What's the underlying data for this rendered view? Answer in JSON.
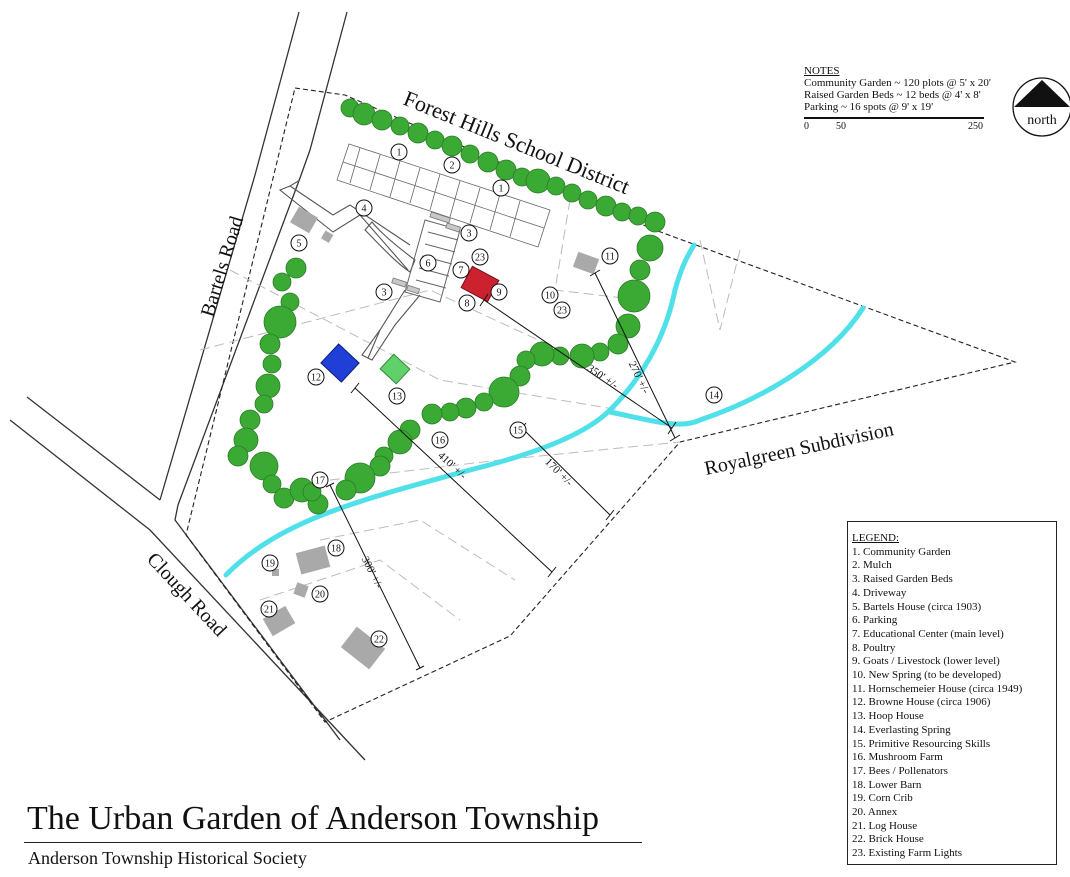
{
  "title": "The Urban Garden of Anderson Township",
  "subtitle": "Anderson Township Historical Society",
  "labels": {
    "forest_hills": "Forest Hills School District",
    "royalgreen": "Royalgreen Subdivision",
    "bartels_road": "Bartels Road",
    "clough_road": "Clough Road"
  },
  "compass": {
    "label": "north"
  },
  "notes": {
    "heading": "NOTES",
    "lines": [
      "Community Garden ~ 120 plots @ 5' x 20'",
      "Raised Garden Beds ~ 12 beds @ 4' x 8'",
      "Parking ~ 16 spots @ 9' x 19'"
    ]
  },
  "scale": {
    "ticks": [
      "0",
      "50",
      "250"
    ]
  },
  "dimensions": [
    "350' +/-",
    "270' +/-",
    "410' +/-",
    "170' +/-",
    "300' +/-"
  ],
  "markers": [
    "1",
    "2",
    "1",
    "4",
    "3",
    "5",
    "6",
    "7",
    "23",
    "9",
    "8",
    "3",
    "11",
    "10",
    "23",
    "12",
    "13",
    "14",
    "15",
    "16",
    "17",
    "18",
    "19",
    "20",
    "21",
    "22"
  ],
  "legend": {
    "heading": "LEGEND:",
    "items": [
      "1. Community Garden",
      "2. Mulch",
      "3. Raised Garden Beds",
      "4. Driveway",
      "5. Bartels House (circa 1903)",
      "6. Parking",
      "7. Educational Center (main level)",
      "8. Poultry",
      "9. Goats / Livestock (lower level)",
      "10. New Spring (to be developed)",
      "11. Hornschemeier House (circa 1949)",
      "12. Browne House (circa 1906)",
      "13. Hoop House",
      "14. Everlasting Spring",
      "15. Primitive Resourcing Skills",
      "16. Mushroom Farm",
      "17. Bees / Pollenators",
      "18. Lower Barn",
      "19. Corn Crib",
      "20. Annex",
      "21. Log House",
      "22. Brick House",
      "23. Existing Farm Lights"
    ]
  },
  "colors": {
    "trees": "#3aaa35",
    "tree_outline": "#2d7a28",
    "spring": "#4fe0ea",
    "education_center": "#cc2230",
    "browne_house": "#1f3fd6",
    "hoop_house": "#5fd06a",
    "buildings": "#a9a9a9"
  }
}
